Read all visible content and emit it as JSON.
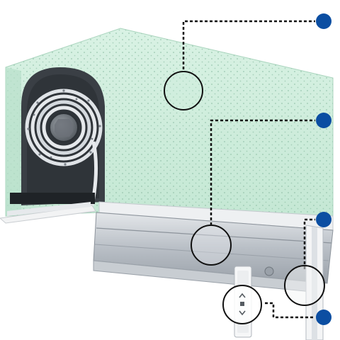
{
  "image": {
    "subject": "roller-shutter-box-cutaway",
    "callouts": [
      {
        "id": "insulation-body",
        "marker": "blue-dot"
      },
      {
        "id": "front-cover",
        "marker": "blue-dot"
      },
      {
        "id": "guide-rail",
        "marker": "blue-dot"
      },
      {
        "id": "wall-switch",
        "marker": "blue-dot"
      }
    ]
  },
  "colors": {
    "insulation": "#cfeedd",
    "insulation_shade": "#b8dfca",
    "foam_dots": "#8fbfa6",
    "drum_chamber": "#3a3f45",
    "metal_light": "#d6dadf",
    "metal_mid": "#b5bbc2",
    "metal_dark": "#8c939b",
    "callout_dot": "#0b4ea2",
    "callout_line": "#111111"
  }
}
